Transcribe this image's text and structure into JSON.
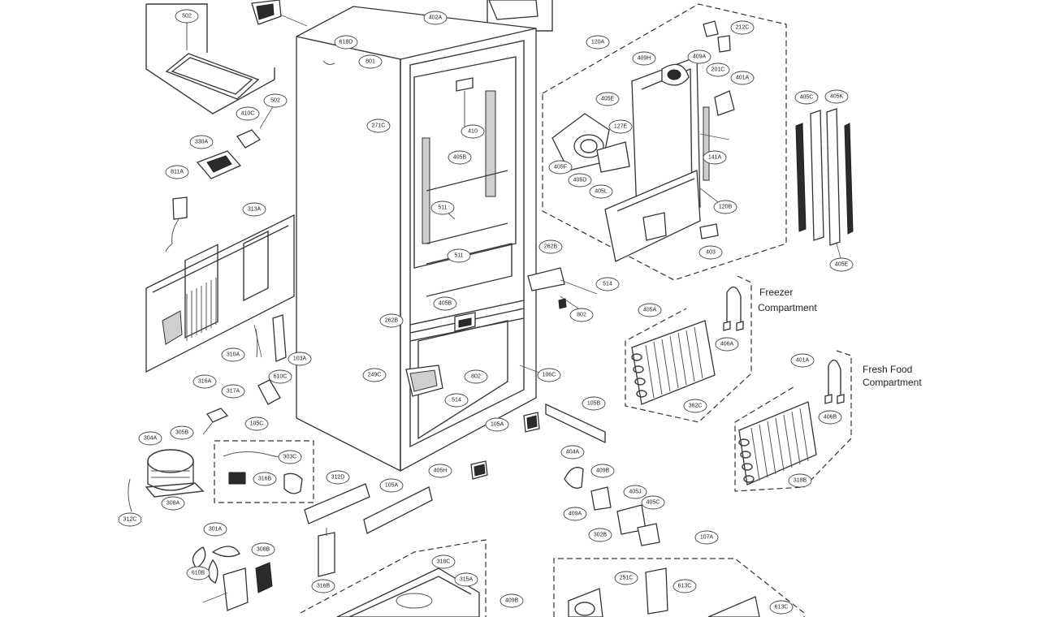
{
  "labels": {
    "freezer_line1": "Freezer",
    "freezer_line2": "Compartment",
    "fresh_line1": "Fresh Food",
    "fresh_line2": "Compartment"
  },
  "callouts": [
    {
      "id": "c1",
      "text": "502"
    },
    {
      "id": "c2",
      "text": "402A"
    },
    {
      "id": "c3",
      "text": "618D"
    },
    {
      "id": "c4",
      "text": "801"
    },
    {
      "id": "c5",
      "text": "410C"
    },
    {
      "id": "c6",
      "text": "502"
    },
    {
      "id": "c7",
      "text": "271C"
    },
    {
      "id": "c8",
      "text": "330A"
    },
    {
      "id": "c9",
      "text": "811A"
    },
    {
      "id": "c10",
      "text": "313A"
    },
    {
      "id": "c11",
      "text": "405B"
    },
    {
      "id": "c12",
      "text": "410"
    },
    {
      "id": "c13",
      "text": "511"
    },
    {
      "id": "c14",
      "text": "511"
    },
    {
      "id": "c15",
      "text": "120A"
    },
    {
      "id": "c16",
      "text": "409H"
    },
    {
      "id": "c17",
      "text": "409A"
    },
    {
      "id": "c18",
      "text": "212C"
    },
    {
      "id": "c19",
      "text": "201C"
    },
    {
      "id": "c20",
      "text": "401A"
    },
    {
      "id": "c21",
      "text": "405E"
    },
    {
      "id": "c22",
      "text": "127E"
    },
    {
      "id": "c23",
      "text": "405F"
    },
    {
      "id": "c24",
      "text": "405D"
    },
    {
      "id": "c25",
      "text": "405L"
    },
    {
      "id": "c26",
      "text": "141A"
    },
    {
      "id": "c27",
      "text": "120B"
    },
    {
      "id": "c28",
      "text": "403"
    },
    {
      "id": "c29",
      "text": "405C"
    },
    {
      "id": "c30",
      "text": "405K"
    },
    {
      "id": "c31",
      "text": "405E"
    },
    {
      "id": "c32",
      "text": "262B"
    },
    {
      "id": "c33",
      "text": "514"
    },
    {
      "id": "c34",
      "text": "802"
    },
    {
      "id": "c35",
      "text": "405B"
    },
    {
      "id": "c36",
      "text": "262B"
    },
    {
      "id": "c37",
      "text": "105B"
    },
    {
      "id": "c38",
      "text": "105A"
    },
    {
      "id": "c39",
      "text": "316A"
    },
    {
      "id": "c40",
      "text": "317A"
    },
    {
      "id": "c41",
      "text": "610C"
    },
    {
      "id": "c42",
      "text": "249C"
    },
    {
      "id": "c43",
      "text": "802"
    },
    {
      "id": "c44",
      "text": "514"
    },
    {
      "id": "c45",
      "text": "310A"
    },
    {
      "id": "c46",
      "text": "103A"
    },
    {
      "id": "c47",
      "text": "106C"
    },
    {
      "id": "c48",
      "text": "105C"
    },
    {
      "id": "c49",
      "text": "305B"
    },
    {
      "id": "c50",
      "text": "304A"
    },
    {
      "id": "c51",
      "text": "303C"
    },
    {
      "id": "c52",
      "text": "316B"
    },
    {
      "id": "c53",
      "text": "308A"
    },
    {
      "id": "c54",
      "text": "312C"
    },
    {
      "id": "c55",
      "text": "312D"
    },
    {
      "id": "c56",
      "text": "105A"
    },
    {
      "id": "c57",
      "text": "405H"
    },
    {
      "id": "c58",
      "text": "404A"
    },
    {
      "id": "c59",
      "text": "409B"
    },
    {
      "id": "c60",
      "text": "405J"
    },
    {
      "id": "c61",
      "text": "409A"
    },
    {
      "id": "c62",
      "text": "405C"
    },
    {
      "id": "c63",
      "text": "302B"
    },
    {
      "id": "c64",
      "text": "405A"
    },
    {
      "id": "c65",
      "text": "406A"
    },
    {
      "id": "c66",
      "text": "362C"
    },
    {
      "id": "c67",
      "text": "401A"
    },
    {
      "id": "c68",
      "text": "406B"
    },
    {
      "id": "c69",
      "text": "318B"
    },
    {
      "id": "c70",
      "text": "318C"
    },
    {
      "id": "c71",
      "text": "315A"
    },
    {
      "id": "c72",
      "text": "409B"
    },
    {
      "id": "c73",
      "text": "301A"
    },
    {
      "id": "c74",
      "text": "308B"
    },
    {
      "id": "c75",
      "text": "610B"
    },
    {
      "id": "c76",
      "text": "316B"
    },
    {
      "id": "c77",
      "text": "107A"
    },
    {
      "id": "c78",
      "text": "251C"
    },
    {
      "id": "c79",
      "text": "613C"
    }
  ]
}
